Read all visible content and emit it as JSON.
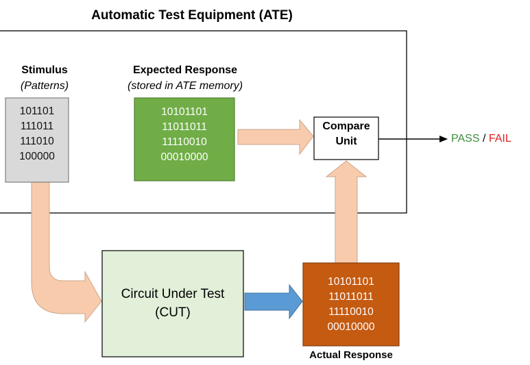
{
  "title": "Automatic Test Equipment (ATE)",
  "stimulus": {
    "heading": "Stimulus",
    "subheading": "(Patterns)",
    "patterns": [
      "101101",
      "111011",
      "111010",
      "100000"
    ]
  },
  "expected": {
    "heading": "Expected Response",
    "subheading": "(stored in ATE memory)",
    "patterns": [
      "10101101",
      "11011011",
      "11110010",
      "00010000"
    ]
  },
  "compare": {
    "line1": "Compare",
    "line2": "Unit"
  },
  "cut": {
    "line1": "Circuit Under Test",
    "line2": "(CUT)"
  },
  "actual": {
    "label": "Actual Response",
    "patterns": [
      "10101101",
      "11011011",
      "11110010",
      "00010000"
    ]
  },
  "result": {
    "pass": "PASS",
    "separator": "/",
    "fail": "FAIL"
  },
  "colors": {
    "stimulus_box": "#d9d9d9",
    "expected_box": "#70ad47",
    "actual_box": "#c55a11",
    "cut_box": "#e2f0d9",
    "arrow_peach": "#f8cbad",
    "arrow_blue": "#5b9bd5",
    "pass": "#3c8c3c",
    "fail": "#e02020"
  }
}
